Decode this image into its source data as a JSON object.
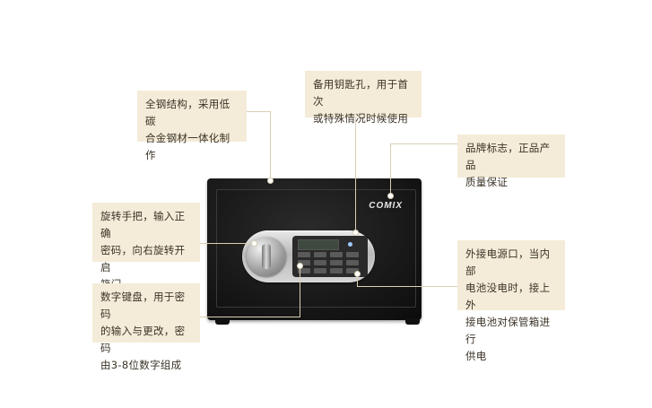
{
  "brand": {
    "logo_text": "COMIX"
  },
  "callouts": {
    "steel": "全钢结构，采用低碳\n合金钢材一体化制作",
    "key_hole": "备用钥匙孔，用于首次\n或特殊情况时候使用",
    "brand_logo": "品牌标志，正品产品\n质量保证",
    "knob": "旋转手把，输入正确\n密码，向右旋转开启\n箱门",
    "power": "外接电源口，当内部\n电池没电时，接上外\n接电池对保管箱进行\n供电",
    "keypad": "数字键盘，用于密码\n的输入与更改，密码\n由3-8位数字组成"
  },
  "colors": {
    "callout_bg": "#f4ecd8",
    "leader_line": "#d9cfb4",
    "safe_body": "#141414"
  }
}
